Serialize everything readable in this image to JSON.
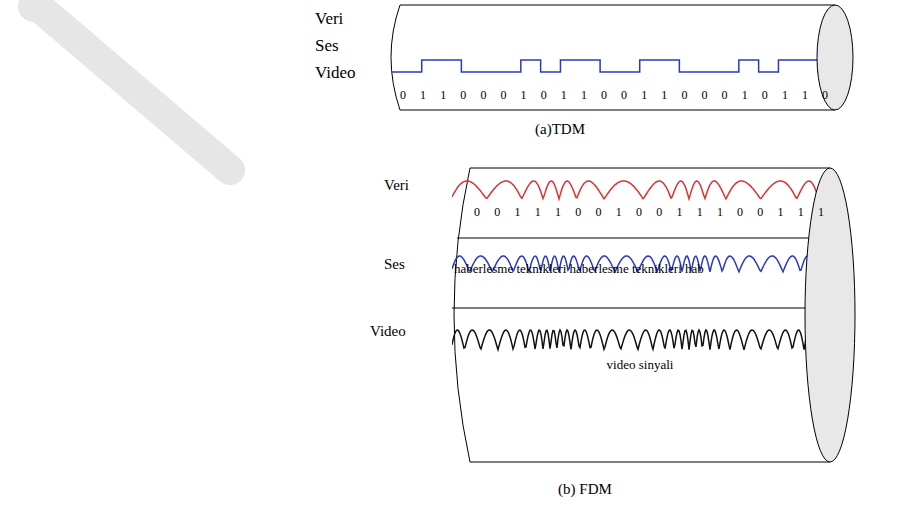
{
  "diagram": {
    "nodes": [
      {
        "text": [
          "0 1 1 0 0 0 1 0 1 1 0 0 1 1 0 0 0 1 0 1 1 0"
        ]
      },
      {
        "text": []
      },
      {
        "text": [
          "0 0 1 1 1 0 0 1 0 0 1 1 1 0 0 1 1 1"
        ],
        "in": 1
      },
      {
        "text": [
          "haberlesme teknikleri haberlesme teknikleri hab"
        ],
        "in": 1
      },
      {
        "text": [
          "video sinyali"
        ],
        "in": 1
      }
    ],
    "labels": [
      "Veri",
      "Ses",
      "Video",
      "(a)TDM",
      "Veri",
      "Ses",
      "Video",
      "(b) FDM"
    ]
  }
}
